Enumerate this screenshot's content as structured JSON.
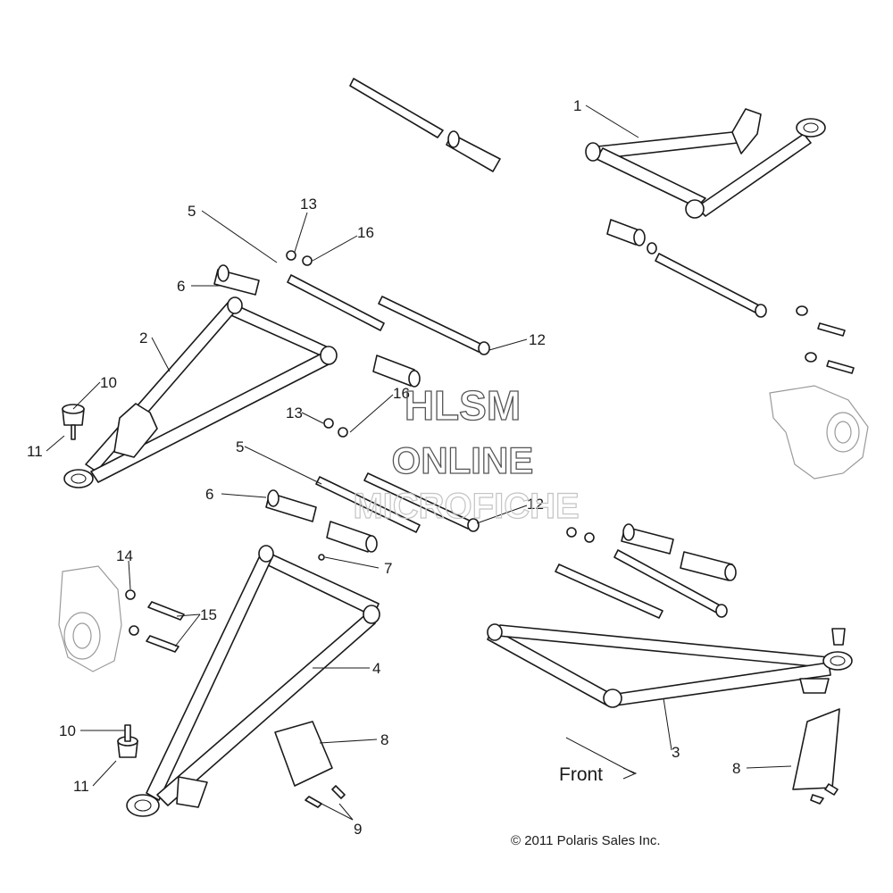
{
  "watermark": {
    "line1": "HLSM",
    "line2": "ONLINE",
    "line3": "MICROFICHE"
  },
  "callouts": {
    "c1": "1",
    "c2": "2",
    "c3": "3",
    "c4": "4",
    "c5a": "5",
    "c5b": "5",
    "c6a": "6",
    "c6b": "6",
    "c7": "7",
    "c8a": "8",
    "c8b": "8",
    "c9": "9",
    "c10a": "10",
    "c10b": "10",
    "c11a": "11",
    "c11b": "11",
    "c12a": "12",
    "c12b": "12",
    "c13a": "13",
    "c13b": "13",
    "c14": "14",
    "c15": "15",
    "c16a": "16",
    "c16b": "16"
  },
  "front_label": "Front",
  "copyright": "© 2011 Polaris Sales Inc."
}
